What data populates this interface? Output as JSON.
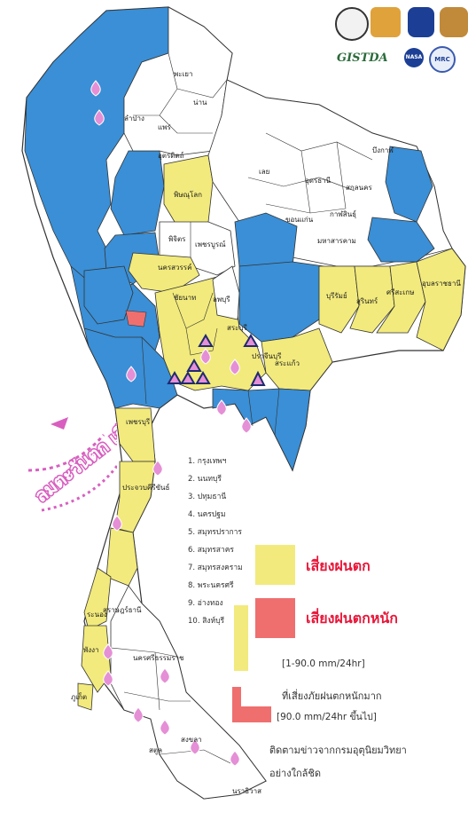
{
  "provinces_labels": {
    "phayao": "พะเยา",
    "nan": "น่าน",
    "lampang": "ลำปาง",
    "phrae": "แพร่",
    "uttaradit": "อุตรดิตถ์",
    "phitsanulok": "พิษณุโลก",
    "phichit": "พิจิตร",
    "phetchabun": "เพชรบูรณ์",
    "nakhon_sawan": "นครสวรรค์",
    "chai_nat": "ชัยนาท",
    "lopburi": "ลพบุรี",
    "saraburi": "สระบุรี",
    "loei": "เลย",
    "udon": "อุดรธานี",
    "khon_kaen": "ขอนแก่น",
    "kalasin": "กาฬสินธุ์",
    "maha_sarakham": "มหาสารคาม",
    "nong_khai": "บึงกาฬ",
    "sakon": "สกลนคร",
    "buriram": "บุรีรัมย์",
    "surin": "สุรินทร์",
    "sisaket": "ศรีสะเกษ",
    "ubon": "อุบลราชธานี",
    "sa_kaeo": "สระแก้ว",
    "prachinburi": "ปราจีนบุรี",
    "phetchaburi": "เพชรบุรี",
    "prachuap": "ประจวบคีรีขันธ์",
    "ranong": "ระนอง",
    "surat": "สุราษฎร์ธานี",
    "phang_nga": "พังงา",
    "phuket": "ภูเก็ต",
    "nakhon_si": "นครศรีธรรมราช",
    "songkhla": "สงขลา",
    "satun": "สตูล",
    "narathiwat": "นราธิวาส"
  },
  "province_list": [
    "1. กรุงเทพฯ",
    "2. นนทบุรี",
    "3. ปทุมธานี",
    "4. นครปฐม",
    "5. สมุทรปราการ",
    "6. สมุทรสาคร",
    "7. สมุทรสงคราม",
    "8. พระนครศรี",
    "9. อ่างทอง",
    "10. สิงห์บุรี"
  ],
  "legend": {
    "risk_rain": "เสี่ยงฝนตก",
    "risk_heavy_rain": "เสี่ยงฝนตกหนัก",
    "old_range": "[1-90.0 mm/24hr]",
    "very_heavy_label": "ที่เสี่ยงภัยฝนตกหนักมาก",
    "very_heavy_range": "[90.0 mm/24hr ขึ้นไป]",
    "follow_news": "ติดตามข่าวจากกรมอุตุนิยมวิทยา",
    "follow_news_2": "อย่างใกล้ชิด"
  },
  "logos": {
    "gistda": "GISTDA",
    "nasa": "NASA",
    "mrc": "MRC"
  },
  "wind_label": "ลมตะวันตก เฉียงใต้",
  "colors": {
    "blue": "#3a8fd6",
    "yellow": "#f2ea7c",
    "red": "#ef6f6f",
    "white": "#ffffff",
    "text_red": "#e8173a",
    "wind_pink": "#d85fc0",
    "drop_pink": "#e58fd6"
  }
}
